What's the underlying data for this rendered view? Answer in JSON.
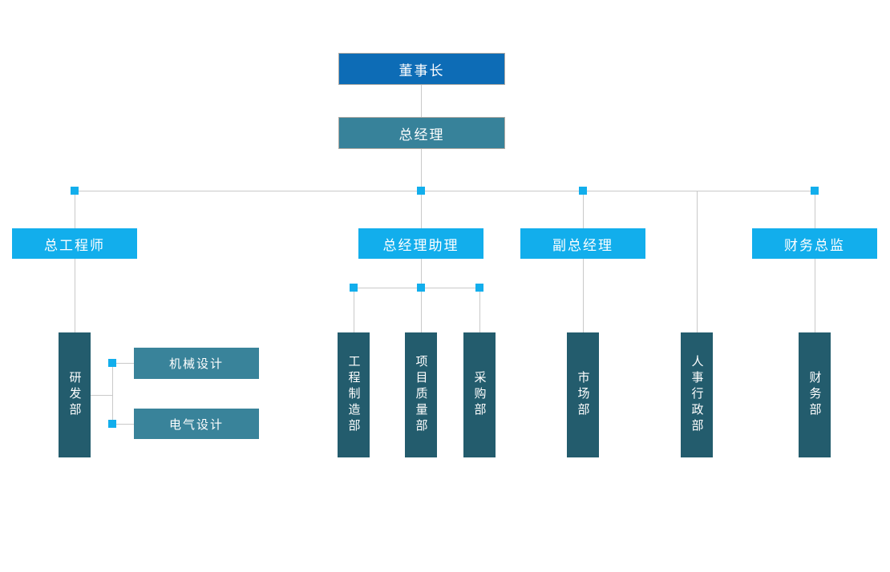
{
  "diagram": {
    "type": "org-chart",
    "background": "#ffffff"
  },
  "colors": {
    "chairman_bg": "#0d6cb6",
    "manager_bg": "#37829a",
    "director_bg": "#12aeec",
    "dept_bg": "#235c6d",
    "sub_dept_bg": "#39839a",
    "node_border": "#b0aba4",
    "line": "#c9c9c9",
    "dot": "#12aeec",
    "text": "#ffffff"
  },
  "nodes": {
    "chairman": {
      "label": "董事长"
    },
    "general_manager": {
      "label": "总经理"
    },
    "chief_engineer": {
      "label": "总工程师"
    },
    "gm_assistant": {
      "label": "总经理助理"
    },
    "deputy_gm": {
      "label": "副总经理"
    },
    "finance_director": {
      "label": "财务总监"
    },
    "rd_dept": {
      "label": "研发部"
    },
    "mechanical_design": {
      "label": "机械设计"
    },
    "electrical_design": {
      "label": "电气设计"
    },
    "engineering_mfg_dept": {
      "label": "工程制造部"
    },
    "project_quality_dept": {
      "label": "项目质量部"
    },
    "procurement_dept": {
      "label": "采购部"
    },
    "marketing_dept": {
      "label": "市场部"
    },
    "hr_admin_dept": {
      "label": "人事行政部"
    },
    "finance_dept": {
      "label": "财务部"
    }
  },
  "hierarchy": [
    {
      "parent": "chairman",
      "child": "general_manager"
    },
    {
      "parent": "general_manager",
      "child": "chief_engineer"
    },
    {
      "parent": "general_manager",
      "child": "gm_assistant"
    },
    {
      "parent": "general_manager",
      "child": "deputy_gm"
    },
    {
      "parent": "general_manager",
      "child": "hr_admin_dept"
    },
    {
      "parent": "general_manager",
      "child": "finance_director"
    },
    {
      "parent": "chief_engineer",
      "child": "rd_dept"
    },
    {
      "parent": "rd_dept",
      "child": "mechanical_design"
    },
    {
      "parent": "rd_dept",
      "child": "electrical_design"
    },
    {
      "parent": "gm_assistant",
      "child": "engineering_mfg_dept"
    },
    {
      "parent": "gm_assistant",
      "child": "project_quality_dept"
    },
    {
      "parent": "gm_assistant",
      "child": "procurement_dept"
    },
    {
      "parent": "deputy_gm",
      "child": "marketing_dept"
    },
    {
      "parent": "finance_director",
      "child": "finance_dept"
    }
  ]
}
